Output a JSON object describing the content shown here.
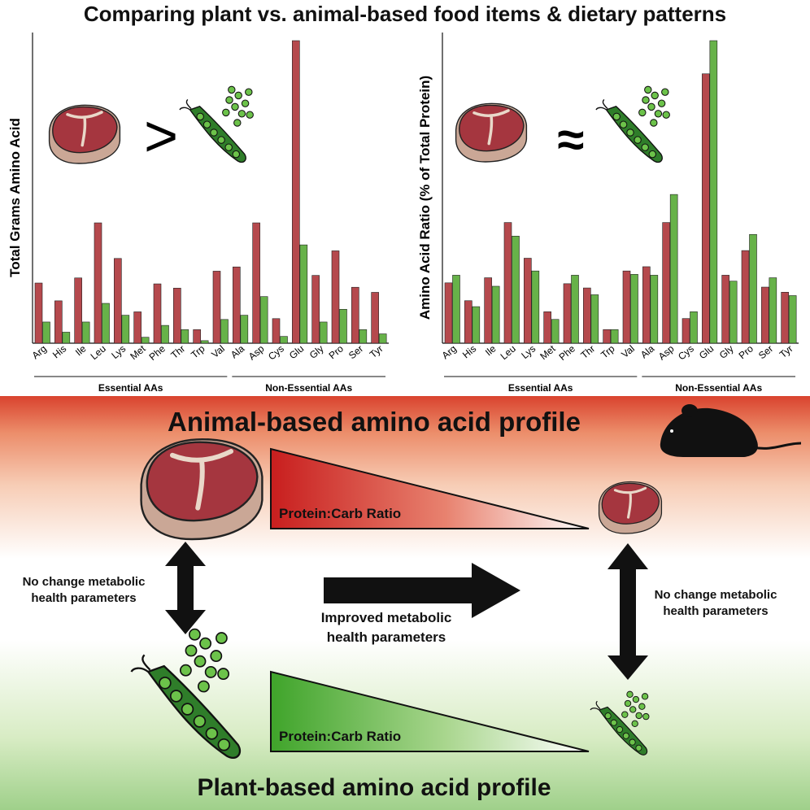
{
  "title": "Comparing plant vs. animal-based food items & dietary patterns",
  "colors": {
    "animal": "#b5494d",
    "plant": "#67b249",
    "meat": "#a5363f",
    "meat_edge": "#caa796",
    "pea": "#2f8a2c"
  },
  "chart_data": [
    {
      "type": "bar",
      "ylabel": "Total Grams Amino Acid",
      "categories": [
        "Arg",
        "His",
        "Ile",
        "Leu",
        "Lys",
        "Met",
        "Phe",
        "Thr",
        "Trp",
        "Val",
        "Ala",
        "Asp",
        "Cys",
        "Glu",
        "Gly",
        "Pro",
        "Ser",
        "Tyr"
      ],
      "series": [
        {
          "values": [
            71,
            50,
            77,
            142,
            100,
            37,
            70,
            65,
            16,
            85,
            90,
            142,
            29,
            357,
            80,
            109,
            66,
            60
          ]
        },
        {
          "values": [
            25,
            13,
            25,
            47,
            33,
            7,
            21,
            16,
            3,
            28,
            33,
            55,
            8,
            116,
            25,
            40,
            16,
            11
          ]
        }
      ],
      "groups": [
        {
          "label": "Essential AAs",
          "count": 10
        },
        {
          "label": "Non-Essential AAs",
          "count": 8
        }
      ],
      "comparison": ">",
      "grid": false
    },
    {
      "type": "bar",
      "ylabel": "Amino Acid Ratio (% of Total Protein)",
      "categories": [
        "Arg",
        "His",
        "Ile",
        "Leu",
        "Lys",
        "Met",
        "Phe",
        "Thr",
        "Trp",
        "Val",
        "Ala",
        "Asp",
        "Cys",
        "Glu",
        "Gly",
        "Pro",
        "Ser",
        "Tyr"
      ],
      "series": [
        {
          "values": [
            71,
            50,
            77,
            142,
            100,
            37,
            70,
            65,
            16,
            85,
            90,
            142,
            29,
            317,
            80,
            109,
            66,
            60
          ]
        },
        {
          "values": [
            80,
            43,
            67,
            126,
            85,
            28,
            80,
            57,
            16,
            81,
            80,
            175,
            37,
            356,
            73,
            128,
            77,
            56
          ]
        }
      ],
      "groups": [
        {
          "label": "Essential AAs",
          "count": 10
        },
        {
          "label": "Non-Essential AAs",
          "count": 8
        }
      ],
      "comparison": "≈",
      "grid": false
    }
  ],
  "diagram": {
    "animal_title": "Animal-based amino acid profile",
    "plant_title": "Plant-based amino acid profile",
    "ratio_label": "Protein:Carb Ratio",
    "left_note": "No change metabolic health parameters",
    "right_note": "No change metabolic health parameters",
    "center_note": "Improved metabolic health parameters"
  }
}
